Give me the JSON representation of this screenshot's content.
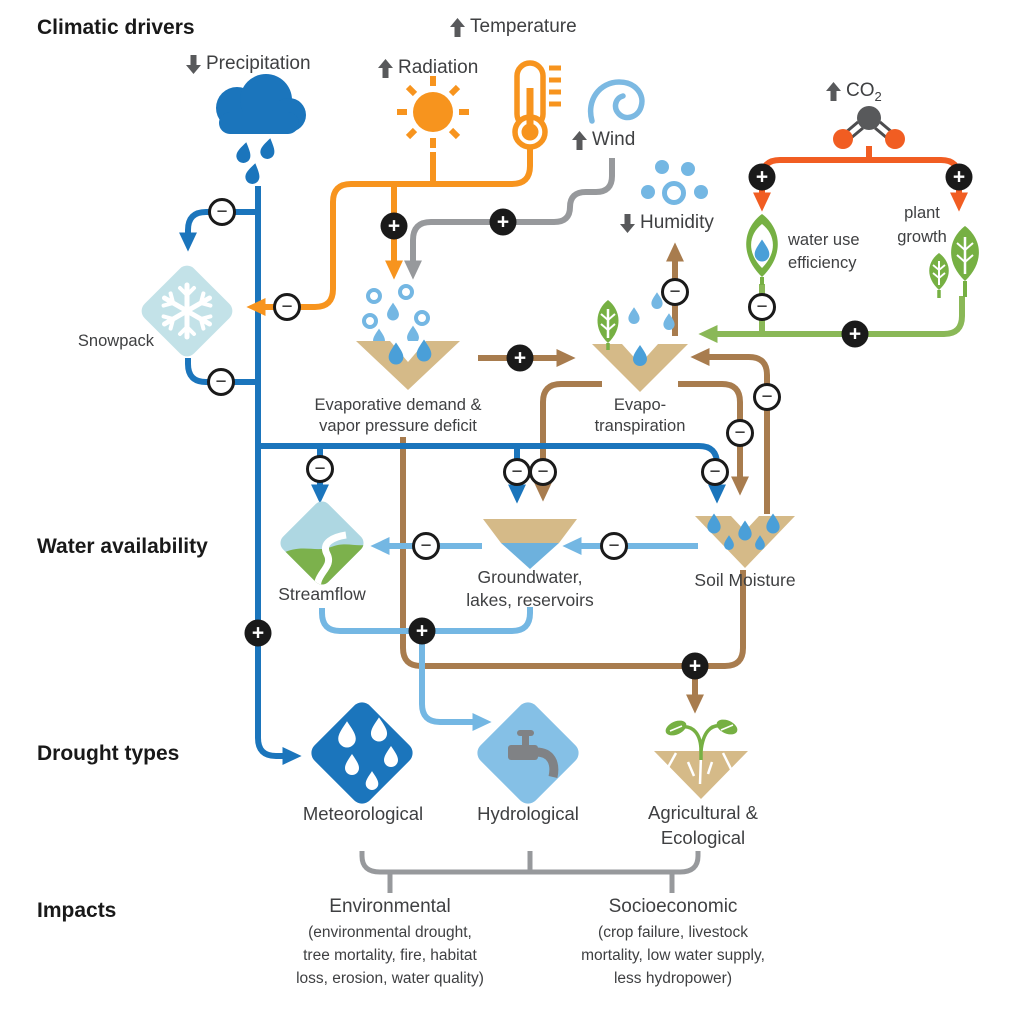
{
  "sections": {
    "climatic_drivers": "Climatic drivers",
    "water_availability": "Water availability",
    "drought_types": "Drought types",
    "impacts": "Impacts"
  },
  "drivers": {
    "precipitation": {
      "label": "Precipitation",
      "trend": "down"
    },
    "radiation": {
      "label": "Radiation",
      "trend": "up"
    },
    "temperature": {
      "label": "Temperature",
      "trend": "up"
    },
    "wind": {
      "label": "Wind",
      "trend": "up"
    },
    "humidity": {
      "label": "Humidity",
      "trend": "down"
    },
    "co2": {
      "label": "CO",
      "subscript": "2",
      "trend": "up"
    }
  },
  "nodes": {
    "snowpack": {
      "label": "Snowpack"
    },
    "evaporative_demand": {
      "line1": "Evaporative demand &",
      "line2": "vapor pressure deficit"
    },
    "evapotranspiration": {
      "line1": "Evapo-",
      "line2": "transpiration"
    },
    "water_use_efficiency": {
      "line1": "water use",
      "line2": "efficiency"
    },
    "plant_growth": {
      "line1": "plant",
      "line2": "growth"
    },
    "streamflow": {
      "label": "Streamflow"
    },
    "groundwater": {
      "line1": "Groundwater,",
      "line2": "lakes, reservoirs"
    },
    "soil_moisture": {
      "label": "Soil Moisture"
    },
    "meteorological": {
      "label": "Meteorological"
    },
    "hydrological": {
      "label": "Hydrological"
    },
    "agricultural_ecological": {
      "line1": "Agricultural &",
      "line2": "Ecological"
    }
  },
  "impact_groups": {
    "environmental": {
      "label": "Environmental",
      "details": [
        "(environmental drought,",
        "tree mortality, fire, habitat",
        "loss, erosion, water quality)"
      ]
    },
    "socioeconomic": {
      "label": "Socioeconomic",
      "details": [
        "(crop failure, livestock",
        "mortality, low water supply,",
        "less hydropower)"
      ]
    }
  },
  "signs": {
    "plus": "+",
    "minus": "−"
  },
  "colors": {
    "blue": "#1b75bc",
    "light_blue": "#74b7e3",
    "pale_blue": "#aed7e2",
    "snow_blue": "#c3e2e8",
    "hydro_blue": "#85c0e6",
    "drop_blue": "#4a9fd8",
    "orange": "#f7941e",
    "orange_red": "#f15d22",
    "gray": "#97999c",
    "dark_gray": "#58595b",
    "brown": "#a87c4e",
    "tan": "#d5ba88",
    "green": "#8ab857",
    "leaf_green": "#76b043",
    "black": "#1a1a1a"
  },
  "connections": [
    {
      "from": "precipitation",
      "to": "snowpack",
      "sign": "−"
    },
    {
      "from": "snowpack",
      "to": "water-availability",
      "sign": "−"
    },
    {
      "from": "radiation-temperature",
      "to": "snowpack",
      "sign": "−"
    },
    {
      "from": "radiation-temperature",
      "to": "evaporative-demand",
      "sign": "+"
    },
    {
      "from": "wind",
      "to": "evaporative-demand",
      "sign": "+"
    },
    {
      "from": "evaporative-demand",
      "to": "evapotranspiration",
      "sign": "+"
    },
    {
      "from": "evapotranspiration",
      "to": "humidity",
      "sign": "−"
    },
    {
      "from": "co2",
      "to": "water-use-efficiency",
      "sign": "+"
    },
    {
      "from": "co2",
      "to": "plant-growth",
      "sign": "+"
    },
    {
      "from": "water-use-efficiency",
      "to": "evapotranspiration",
      "sign": "−"
    },
    {
      "from": "plant-growth",
      "to": "evapotranspiration",
      "sign": "+"
    },
    {
      "from": "soil-moisture",
      "to": "evapotranspiration",
      "sign": "−"
    },
    {
      "from": "evapotranspiration",
      "to": "soil-moisture",
      "sign": "−"
    },
    {
      "from": "evapotranspiration",
      "to": "groundwater",
      "sign": "−"
    },
    {
      "from": "precipitation",
      "to": "streamflow",
      "sign": "−"
    },
    {
      "from": "precipitation",
      "to": "groundwater",
      "sign": "−"
    },
    {
      "from": "precipitation",
      "to": "soil-moisture",
      "sign": "−"
    },
    {
      "from": "soil-moisture",
      "to": "groundwater",
      "sign": "−"
    },
    {
      "from": "groundwater",
      "to": "streamflow",
      "sign": "−"
    },
    {
      "from": "precipitation",
      "to": "meteorological-drought",
      "sign": "+"
    },
    {
      "from": "streamflow-groundwater",
      "to": "hydrological-drought",
      "sign": "+"
    },
    {
      "from": "evaporative-demand-soil-moisture",
      "to": "agricultural-ecological-drought",
      "sign": "+"
    }
  ]
}
